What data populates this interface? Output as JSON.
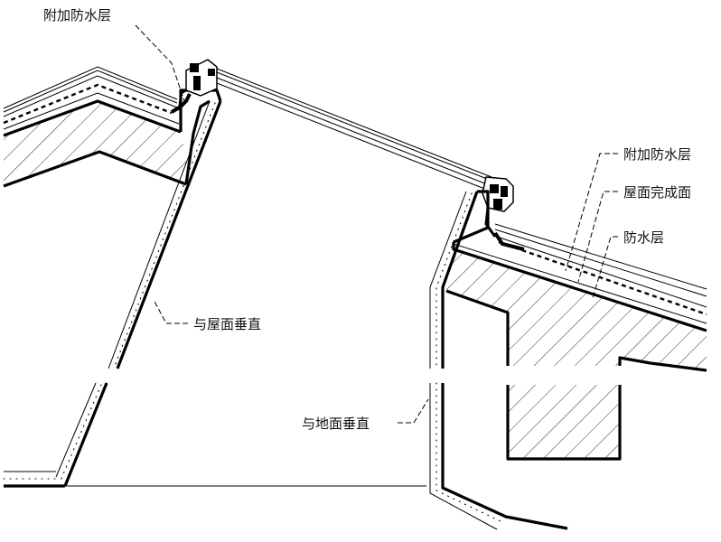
{
  "labels": {
    "extra_waterproof_left": "附加防水层",
    "extra_waterproof_right": "附加防水层",
    "roof_finish": "屋面完成面",
    "waterproof_layer": "防水层",
    "perp_roof": "与屋面垂直",
    "perp_ground": "与地面垂直"
  },
  "colors": {
    "line": "#000000",
    "background": "#ffffff"
  }
}
